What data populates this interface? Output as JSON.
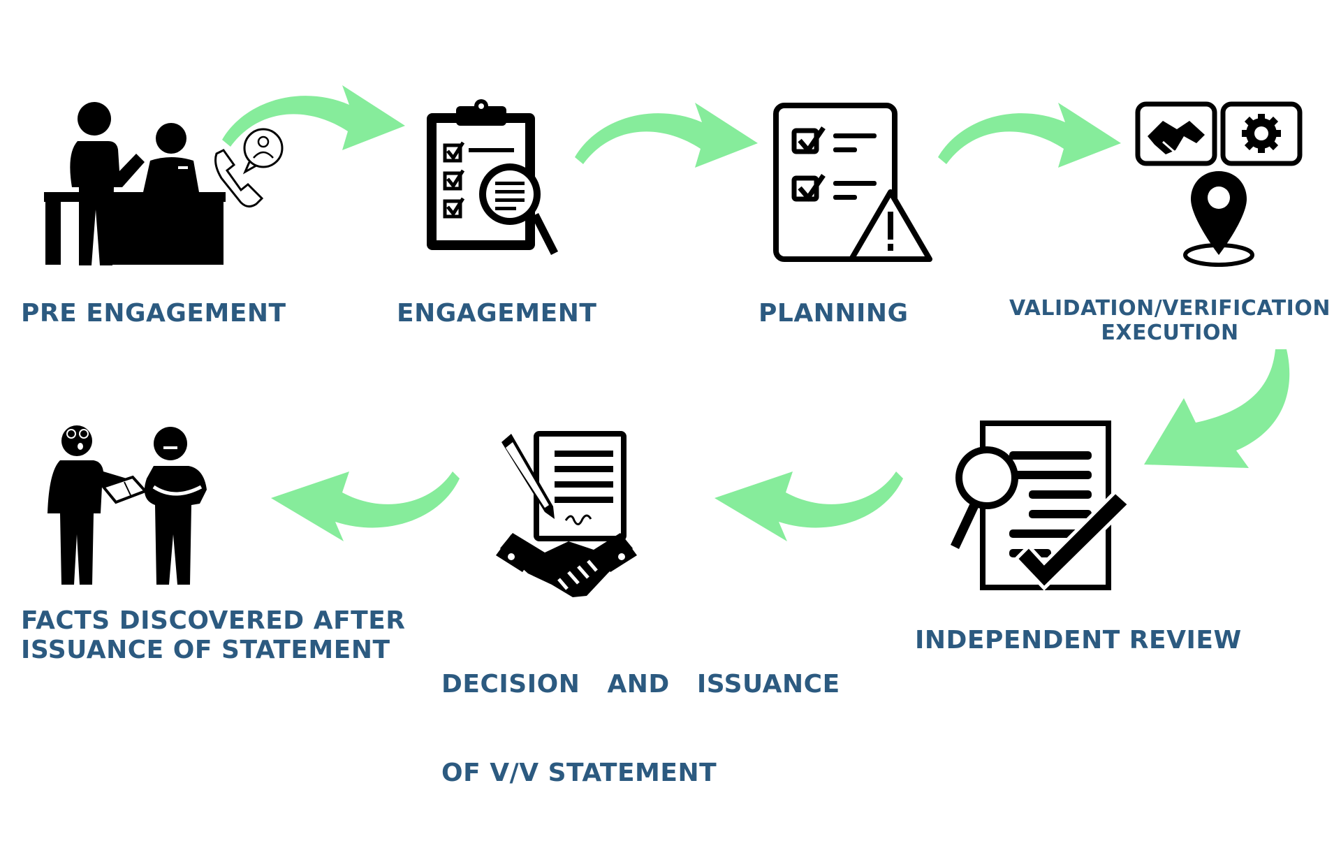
{
  "colors": {
    "arrow": "#86ec9b",
    "label": "#2c5a80",
    "icon": "#000000",
    "background": "#ffffff"
  },
  "steps": [
    {
      "icon": "reception-desk-icon",
      "lines": [
        "PRE ENGAGEMENT"
      ]
    },
    {
      "icon": "clipboard-checklist-magnifier-icon",
      "lines": [
        "ENGAGEMENT"
      ]
    },
    {
      "icon": "checklist-warning-icon",
      "lines": [
        "PLANNING"
      ]
    },
    {
      "icon": "handshake-gear-location-icon",
      "lines": [
        "VALIDATION/VERIFICATION",
        "EXECUTION"
      ]
    },
    {
      "icon": "document-review-check-icon",
      "lines": [
        "INDEPENDENT REVIEW"
      ]
    },
    {
      "icon": "signing-handshake-icon",
      "lines": [
        "DECISION   AND   ISSUANCE",
        "OF V/V STATEMENT"
      ]
    },
    {
      "icon": "people-discussion-icon",
      "lines": [
        "FACTS DISCOVERED AFTER",
        "ISSUANCE OF STATEMENT"
      ]
    }
  ]
}
